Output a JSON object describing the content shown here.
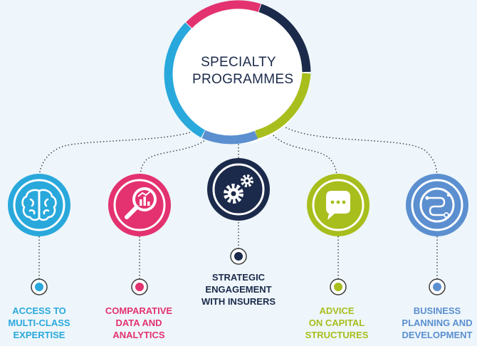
{
  "center": {
    "line1": "SPECIALTY",
    "line2": "PROGRAMMES"
  },
  "nodes": [
    {
      "icon": "brain-icon",
      "color": "#29a8dc",
      "lines": [
        "ACCESS TO",
        "MULTI-CLASS",
        "EXPERTISE"
      ]
    },
    {
      "icon": "magnifier-chart-icon",
      "color": "#e3326f",
      "lines": [
        "COMPARATIVE",
        "DATA AND",
        "ANALYTICS"
      ]
    },
    {
      "icon": "gears-icon",
      "color": "#1b2a4a",
      "lines": [
        "STRATEGIC",
        "ENGAGEMENT",
        "WITH INSURERS"
      ]
    },
    {
      "icon": "chat-bubble-icon",
      "color": "#a8be1c",
      "lines": [
        "ADVICE",
        "ON CAPITAL",
        "STRUCTURES"
      ]
    },
    {
      "icon": "route-path-icon",
      "color": "#5b8fd0",
      "lines": [
        "BUSINESS",
        "PLANNING AND",
        "DEVELOPMENT"
      ]
    }
  ],
  "colors": {
    "background": "#eef6fb",
    "navy": "#1b2a4a",
    "pink": "#e3326f",
    "green": "#a8be1c",
    "cyan": "#29a8dc",
    "blue": "#5b8fd0"
  }
}
